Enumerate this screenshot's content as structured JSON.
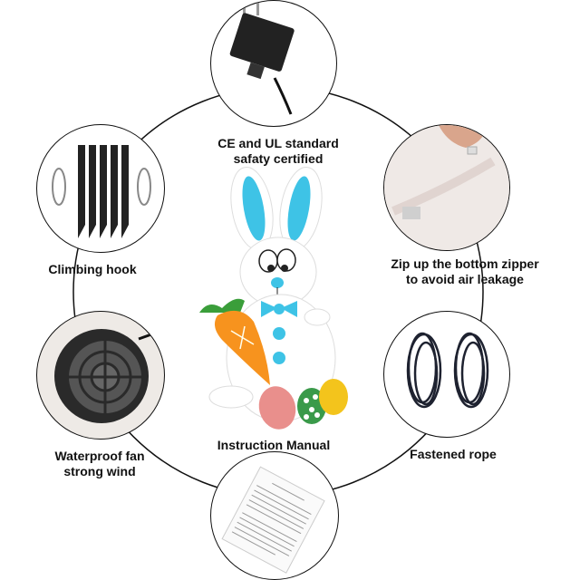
{
  "features": [
    {
      "id": "adapter",
      "label_lines": [
        "CE and UL standard",
        "safaty certified"
      ]
    },
    {
      "id": "hooks",
      "label_lines": [
        "Climbing hook"
      ]
    },
    {
      "id": "zipper",
      "label_lines": [
        "Zip up the bottom zipper",
        "to avoid air leakage"
      ]
    },
    {
      "id": "fan",
      "label_lines": [
        "Waterproof fan",
        "strong wind"
      ]
    },
    {
      "id": "rope",
      "label_lines": [
        "Fastened rope"
      ]
    },
    {
      "id": "manual",
      "label_lines": [
        "Instruction Manual"
      ]
    }
  ],
  "colors": {
    "bunny_ear_inner": "#3ec3e6",
    "bow_tie": "#3ec3e6",
    "carrot": "#f7931e",
    "carrot_leaf": "#3a9e3a",
    "egg_pink": "#e98f8c",
    "egg_green": "#3a9a4a",
    "egg_yellow": "#f3c41c",
    "outline": "#111111"
  }
}
